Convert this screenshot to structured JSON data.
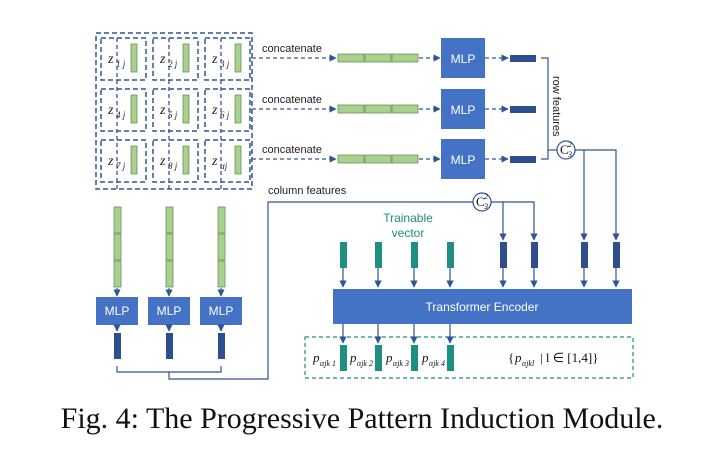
{
  "grid": {
    "cells": [
      {
        "z": "z",
        "sub": "1 j"
      },
      {
        "z": "z",
        "sub": "2 j"
      },
      {
        "z": "z",
        "sub": "3 j"
      },
      {
        "z": "z",
        "sub": "4 j"
      },
      {
        "z": "z",
        "sub": "5 j"
      },
      {
        "z": "z",
        "sub": "6 j"
      },
      {
        "z": "z",
        "sub": "7 j"
      },
      {
        "z": "z",
        "sub": "8 j"
      },
      {
        "z": "z",
        "sub": "αj"
      }
    ]
  },
  "rows": {
    "concat_label": "concatenate",
    "mlp_label": "MLP",
    "row_features_label": "row features"
  },
  "columns": {
    "mlp_label": "MLP",
    "column_features_label": "column features"
  },
  "combination_row": {
    "base": "C",
    "sup": "2",
    "sub": "3"
  },
  "combination_col": {
    "base": "C",
    "sup": "2",
    "sub": "3"
  },
  "trainable": {
    "line1": "Trainable",
    "line2": "vector"
  },
  "encoder_label": "Transformer Encoder",
  "outputs": {
    "items": [
      {
        "p": "p",
        "sub": "αjk 1"
      },
      {
        "p": "p",
        "sub": "αjk 2"
      },
      {
        "p": "p",
        "sub": "αjk 3"
      },
      {
        "p": "p",
        "sub": "αjk 4"
      }
    ],
    "set_text": {
      "open": "{",
      "p": "p",
      "sub": "αjkl",
      "rest": " | l ∈ [1,4]}"
    }
  },
  "caption": "Fig. 4: The Progressive Pattern Induction Module.",
  "colors": {
    "mlp": "#4472c4",
    "feature": "#2f4e8f",
    "green": "#a9d18e",
    "teal": "#1f8f82",
    "dashed": "#2f5597"
  }
}
